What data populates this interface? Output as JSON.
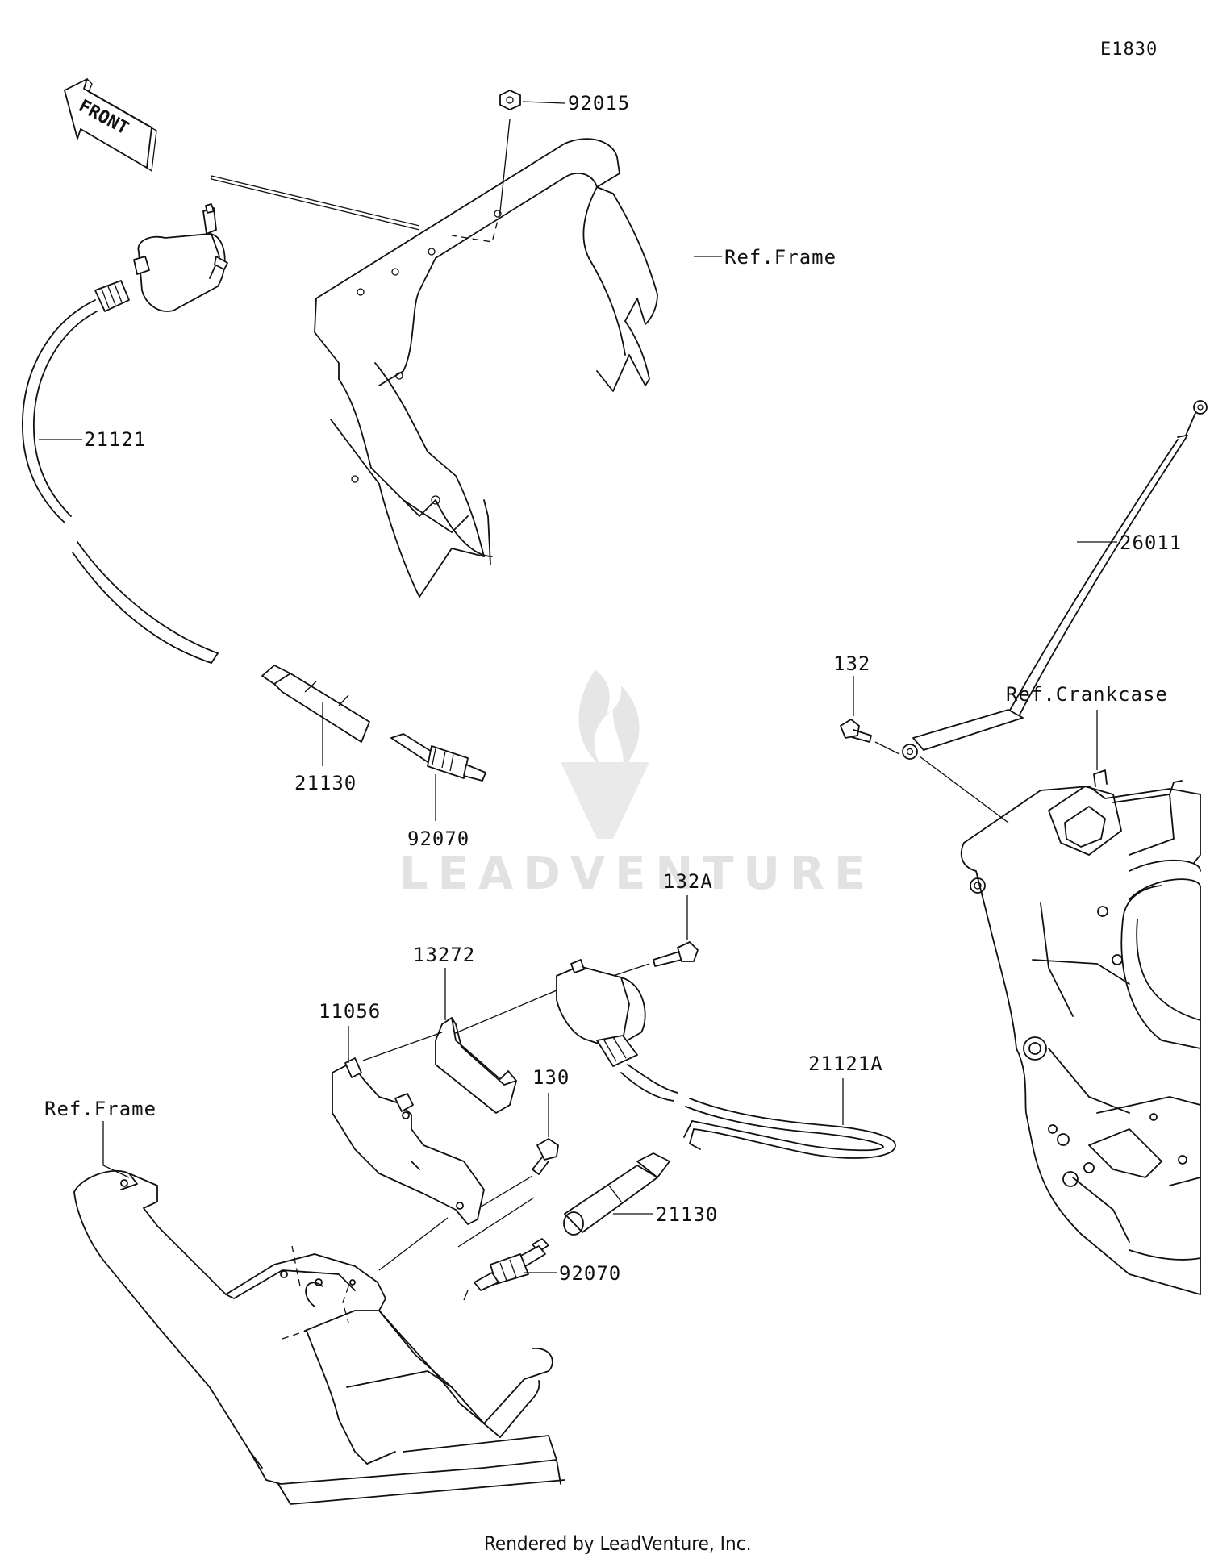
{
  "figure_code": "E1830",
  "front_arrow_label": "FRONT",
  "watermark": "LEADVENTURE",
  "credit": "Rendered by LeadVenture, Inc.",
  "callouts": {
    "p92015": "92015",
    "ref_frame_top": "Ref.Frame",
    "p21121": "21121",
    "p21130_top": "21130",
    "p92070_top": "92070",
    "p26011": "26011",
    "p132": "132",
    "ref_crankcase": "Ref.Crankcase",
    "p132A": "132A",
    "p13272": "13272",
    "p11056": "11056",
    "p130": "130",
    "p21121A": "21121A",
    "ref_frame_bottom": "Ref.Frame",
    "p21130_bottom": "21130",
    "p92070_bottom": "92070"
  },
  "colors": {
    "line": "#111111",
    "background": "#ffffff",
    "watermark": "#e2e2e2"
  }
}
